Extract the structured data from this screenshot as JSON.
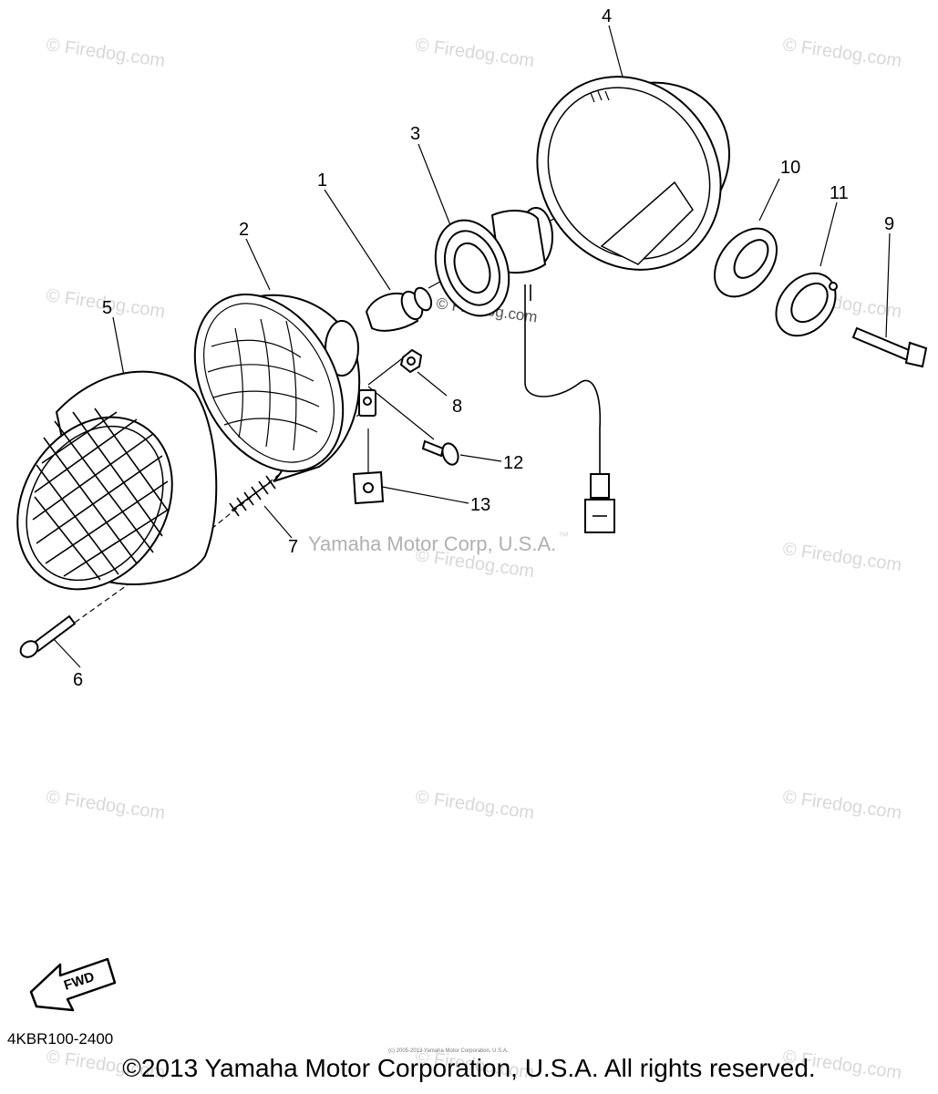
{
  "watermark": {
    "brand": "© Firedog.com",
    "bulb_brand": "© Firedog.com",
    "center_mark": "Yamaha Motor Corp, U.S.A.",
    "trademark": "™"
  },
  "callouts": {
    "c1": "1",
    "c2": "2",
    "c3": "3",
    "c4": "4",
    "c5": "5",
    "c6": "6",
    "c7": "7",
    "c8": "8",
    "c9": "9",
    "c10": "10",
    "c11": "11",
    "c12": "12",
    "c13": "13"
  },
  "fwd_arrow": {
    "label": "FWD"
  },
  "footer": {
    "part_code": "4KBR100-2400",
    "small_credit": "(c) 2005-2013 Yamaha Motor Corporation, U.S.A.",
    "copyright": "©2013 Yamaha Motor Corporation, U.S.A. All rights reserved."
  }
}
